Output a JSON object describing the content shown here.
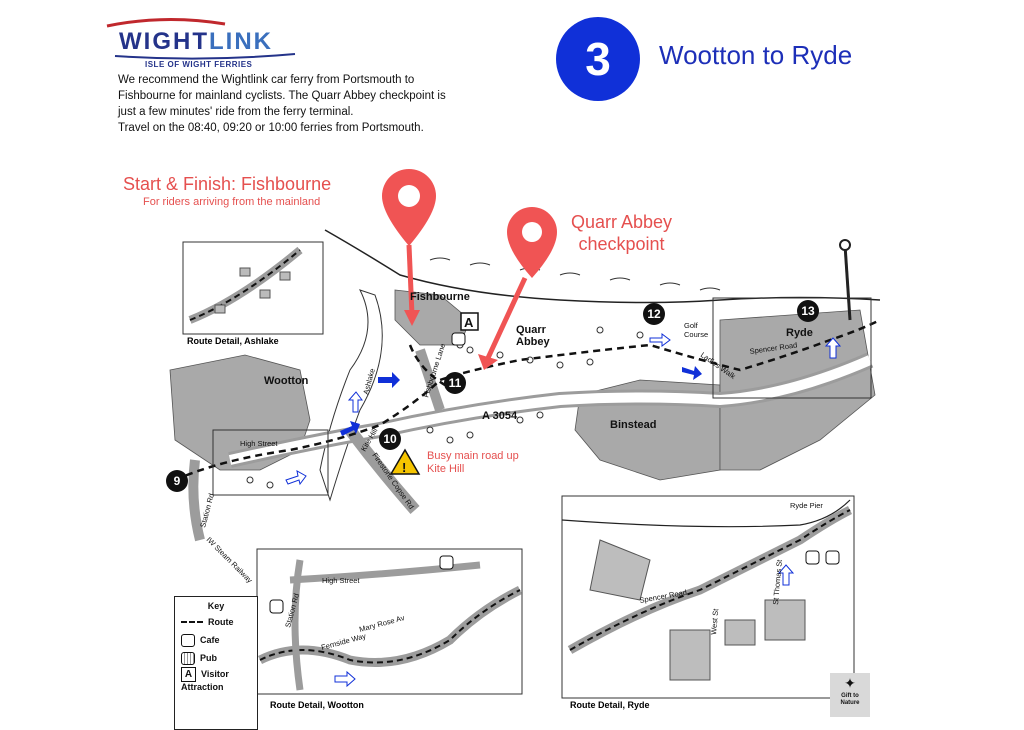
{
  "logo": {
    "brand_part1": "WIGHT",
    "brand_part2": "LINK",
    "tagline": "ISLE OF WIGHT FERRIES"
  },
  "intro": {
    "lines": [
      "We recommend the Wightlink car ferry from Portsmouth to",
      "Fishbourne for mainland cyclists. The Quarr Abbey checkpoint is",
      "just a few minutes' ride from the ferry terminal.",
      "Travel on the 08:40, 09:20 or 10:00 ferries from Portsmouth."
    ]
  },
  "route": {
    "number": "3",
    "title": "Wootton to Ryde"
  },
  "start": {
    "title": "Start & Finish: Fishbourne",
    "subtitle": "For riders arriving from the mainland"
  },
  "checkpoint": {
    "line1": "Quarr Abbey",
    "line2": "checkpoint"
  },
  "warning": {
    "line1": "Busy main road up",
    "line2": "Kite Hill"
  },
  "markers": [
    "9",
    "10",
    "11",
    "12",
    "13"
  ],
  "places": {
    "fishbourne": "Fishbourne",
    "quarr": "Quarr",
    "abbey": "Abbey",
    "wootton": "Wootton",
    "binstead": "Binstead",
    "ryde": "Ryde",
    "golf1": "Golf",
    "golf2": "Course",
    "a3054": "A 3054"
  },
  "streets": {
    "fishbourne_lane": "Fishbourne Lane",
    "ladies_walk": "Ladies Walk",
    "spencer_road": "Spencer Road",
    "high_street": "High Street",
    "kite_hill": "Kite Hill",
    "firestone_copse": "Firestone Copse Rd",
    "station_rd": "Station Rd",
    "railway": "IW Steam Railway",
    "ashlake": "Ashlake"
  },
  "insets": {
    "ashlake": "Route Detail, Ashlake",
    "wootton": "Route Detail, Wootton",
    "ryde": "Route Detail, Ryde",
    "wootton_streets": {
      "high_street": "High Street",
      "station_rd": "Station Rd",
      "fernside": "Fernside Way",
      "mary_rose": "Mary Rose Av"
    },
    "ryde_streets": {
      "ryde_pier": "Ryde Pier",
      "spencer_road": "Spencer Road",
      "west_st": "West St",
      "st_thomas": "St Thomas St"
    }
  },
  "key": {
    "title": "Key",
    "items": [
      {
        "label": "Route",
        "icon": "dashed-line-icon"
      },
      {
        "label": "Cafe",
        "icon": "cup-icon"
      },
      {
        "label": "Pub",
        "icon": "pint-icon"
      },
      {
        "label": "Visitor",
        "icon": "attraction-a-icon"
      },
      {
        "label": "Attraction",
        "icon": ""
      }
    ]
  },
  "credit": {
    "line1": "Gift to",
    "line2": "Nature"
  },
  "colors": {
    "pin": "#f05454",
    "route_blue": "#1030d8",
    "title_blue": "#1d2fb8",
    "road_grey": "#a9a9a9",
    "warning": "#f5c400"
  }
}
